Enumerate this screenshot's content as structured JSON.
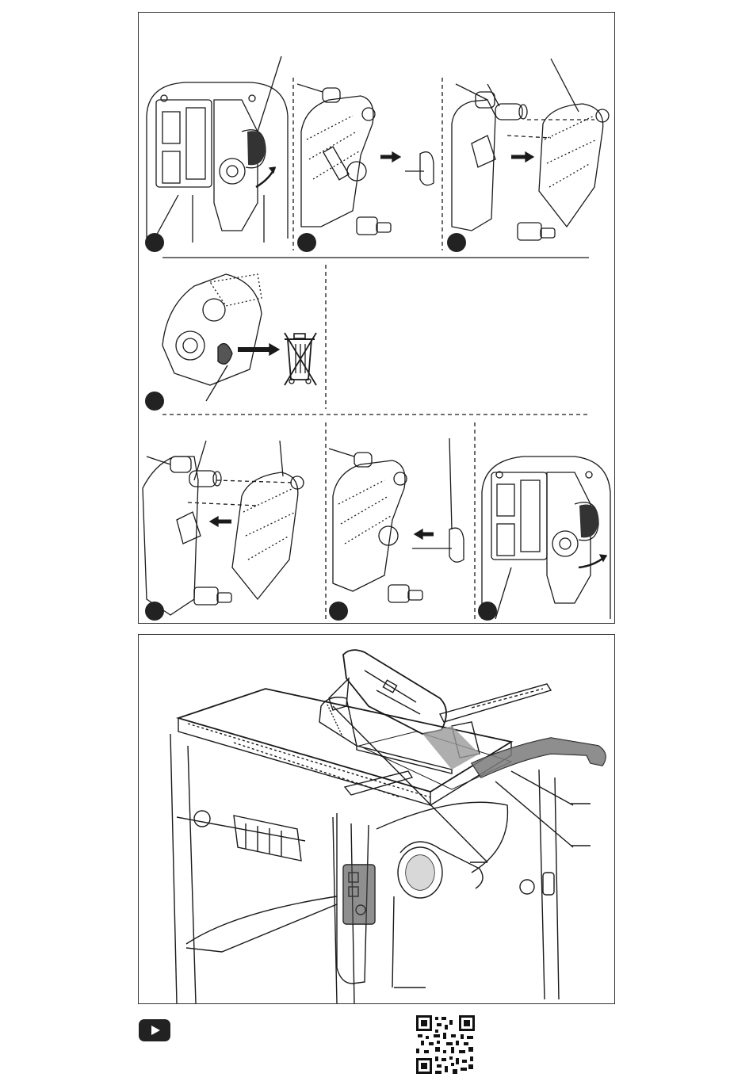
{
  "page": {
    "icons": {
      "step_marker": "filled-circle-icon",
      "disposal": "wheelie-bin-crossed-icon",
      "video": "video-play-icon",
      "qr": "qr-code-icon"
    },
    "colors": {
      "ink": "#1a1a1a",
      "marker": "#222222",
      "frame": "#333333",
      "guard_gray": "#7a7a7a"
    }
  },
  "top_panel": {
    "steps": [
      {
        "id": "step-1",
        "icon": "filled-circle-icon"
      },
      {
        "id": "step-2",
        "icon": "filled-circle-icon"
      },
      {
        "id": "step-3",
        "icon": "filled-circle-icon"
      },
      {
        "id": "step-4",
        "icon": "filled-circle-icon"
      },
      {
        "id": "step-5",
        "icon": "filled-circle-icon"
      },
      {
        "id": "step-6",
        "icon": "filled-circle-icon"
      },
      {
        "id": "step-7",
        "icon": "filled-circle-icon"
      }
    ]
  },
  "bottom_panel": {
    "illustration": "table-saw-icon"
  }
}
